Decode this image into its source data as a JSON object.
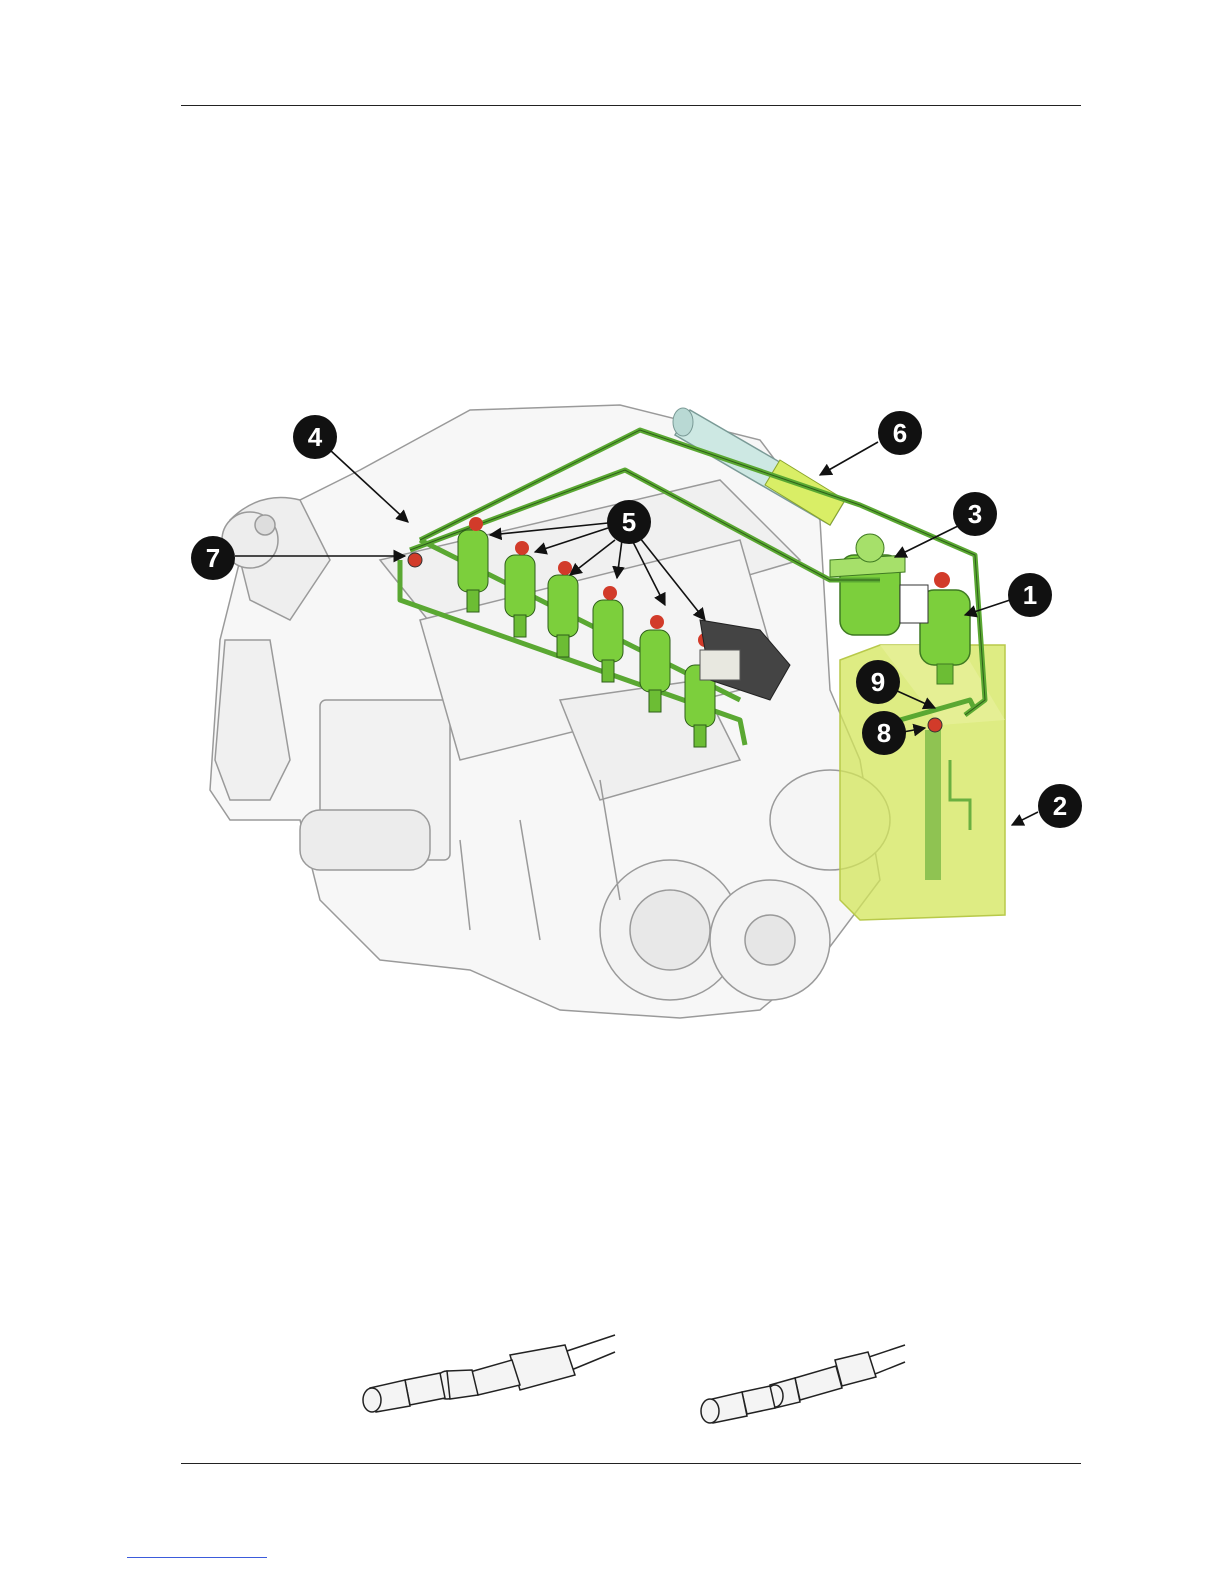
{
  "figure": {
    "callouts": [
      {
        "id": "callout-1",
        "label": "1"
      },
      {
        "id": "callout-2",
        "label": "2"
      },
      {
        "id": "callout-3",
        "label": "3"
      },
      {
        "id": "callout-4",
        "label": "4"
      },
      {
        "id": "callout-5",
        "label": "5"
      },
      {
        "id": "callout-6",
        "label": "6"
      },
      {
        "id": "callout-7",
        "label": "7"
      },
      {
        "id": "callout-8",
        "label": "8"
      },
      {
        "id": "callout-9",
        "label": "9"
      }
    ]
  },
  "colors": {
    "fuel_line": "#5aa832",
    "component_green": "#7ccf3c",
    "tank_fill": "#d3e55a",
    "engine_line": "#9a9a9a",
    "callout_bg": "#111111"
  }
}
